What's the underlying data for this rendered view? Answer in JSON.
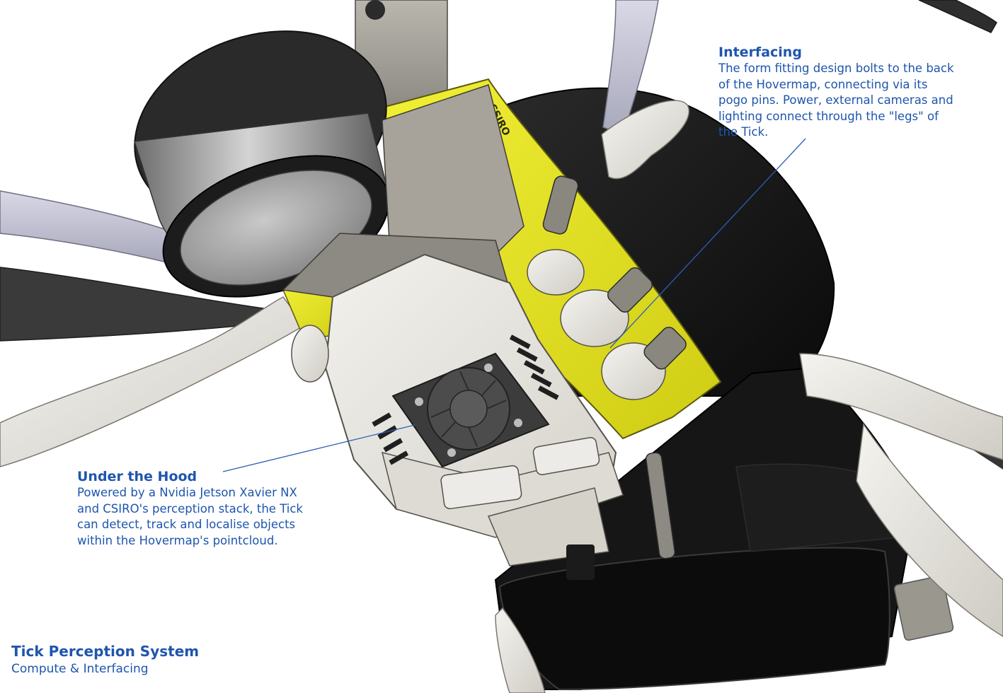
{
  "callouts": {
    "interfacing": {
      "title": "Interfacing",
      "body": "The form fitting design bolts to the back\nof the Hovermap, connecting via its\npogo pins. Power, external cameras and\nlighting connect through the \"legs\" of\nthe Tick."
    },
    "under_the_hood": {
      "title": "Under the Hood",
      "body": "Powered by a Nvidia Jetson Xavier NX\nand CSIRO's perception stack, the Tick\ncan detect, track and localise objects\nwithin the Hovermap's pointcloud."
    }
  },
  "caption": {
    "title": "Tick Perception System",
    "subtitle": "Compute & Interfacing"
  },
  "render": {
    "device_label": "CSIRO"
  },
  "colors": {
    "text_blue": "#1e55ad",
    "leader_blue": "#2b5fb8",
    "tick_yellow": "#e9e81f",
    "body_black": "#141414",
    "shell_white": "#ebe9e4"
  }
}
